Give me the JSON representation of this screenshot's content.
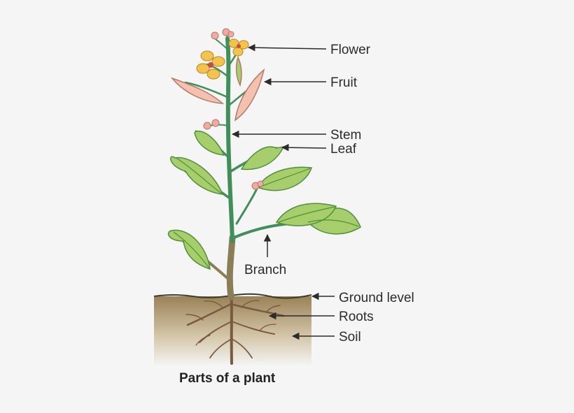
{
  "caption": "Parts of a plant",
  "labels": {
    "flower": "Flower",
    "fruit": "Fruit",
    "stem": "Stem",
    "leaf": "Leaf",
    "branch": "Branch",
    "ground_level": "Ground level",
    "roots": "Roots",
    "soil": "Soil"
  },
  "colors": {
    "background": "#f5f5f5",
    "soil_top": "#9a8157",
    "soil_bottom": "#f5f5f5",
    "stem": "#3f8f5a",
    "trunk": "#8a7d58",
    "leaf_fill": "#a6cf6b",
    "leaf_vein": "#4f8f3a",
    "petal": "#f6c34a",
    "fruit": "#f3c1ad",
    "root": "#7a5a3e",
    "arrow": "#2b2b2b"
  }
}
